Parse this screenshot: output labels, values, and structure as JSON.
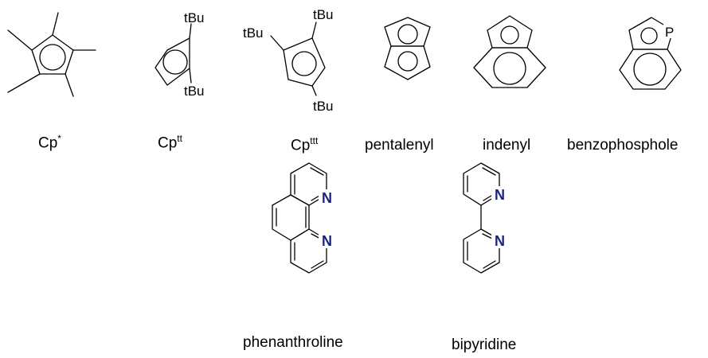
{
  "colors": {
    "bond": "#000000",
    "nitrogen": "#1a237e",
    "text": "#000000"
  },
  "ligands": {
    "cpstar": {
      "base": "Cp",
      "sup": "*"
    },
    "cptt": {
      "base": "Cp",
      "sup": "tt",
      "sub_top": "tBu",
      "sub_bottom": "tBu"
    },
    "cpttt": {
      "base": "Cp",
      "sup": "ttt",
      "sub_top": "tBu",
      "sub_left": "tBu",
      "sub_bottom": "tBu"
    },
    "pentalenyl": {
      "name": "pentalenyl"
    },
    "indenyl": {
      "name": "indenyl"
    },
    "benzophosphole": {
      "name": "benzophosphole",
      "heteroatom": "P"
    },
    "phenanthroline": {
      "name": "phenanthroline",
      "heteroatom": "N"
    },
    "bipyridine": {
      "name": "bipyridine",
      "heteroatom": "N"
    }
  }
}
